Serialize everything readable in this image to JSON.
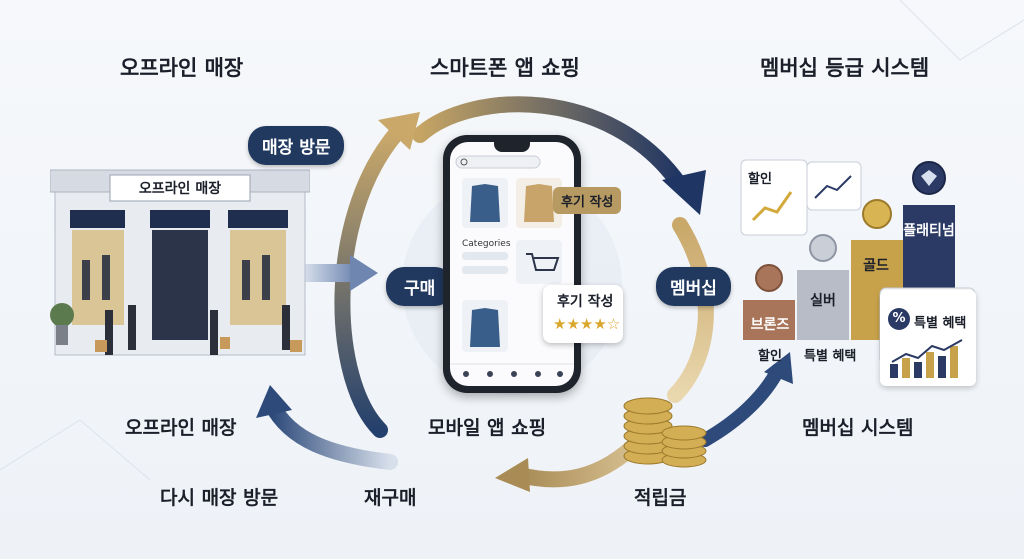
{
  "headers": {
    "offline_store": "오프라인 매장",
    "smartphone_shopping": "스마트폰 앱 쇼핑",
    "membership_grade": "멤버십 등급 시스템"
  },
  "flow_labels": {
    "store_visit": "매장 방문",
    "purchase": "구매",
    "membership": "멤버십",
    "offline_store_bottom": "오프라인 매장",
    "mobile_app_shopping": "모바일 앱 쇼핑",
    "membership_system": "멤버십 시스템",
    "revisit_store": "다시 매장 방문",
    "repurchase": "재구매",
    "points": "적립금"
  },
  "store": {
    "sign": "오프라인 매장"
  },
  "phone": {
    "categories_label": "Categories",
    "review_tag": "후기 작성",
    "review_card_title": "후기 작성",
    "review_stars": "★★★★☆"
  },
  "tiers": {
    "bronze": "브론즈",
    "silver": "실버",
    "gold": "골드",
    "platinum": "플래티넘"
  },
  "benefits": {
    "discount_top": "할인",
    "discount_bottom": "할인",
    "special_bottom": "특별 혜택",
    "special_card": "특별 혜택",
    "percent_symbol": "%"
  },
  "colors": {
    "navy": "#21385f",
    "gold": "#c9a86a",
    "bronze": "#a9755a",
    "silver": "#b7bcc6",
    "gold_tier": "#c8a24b",
    "platinum": "#2b3a64"
  }
}
